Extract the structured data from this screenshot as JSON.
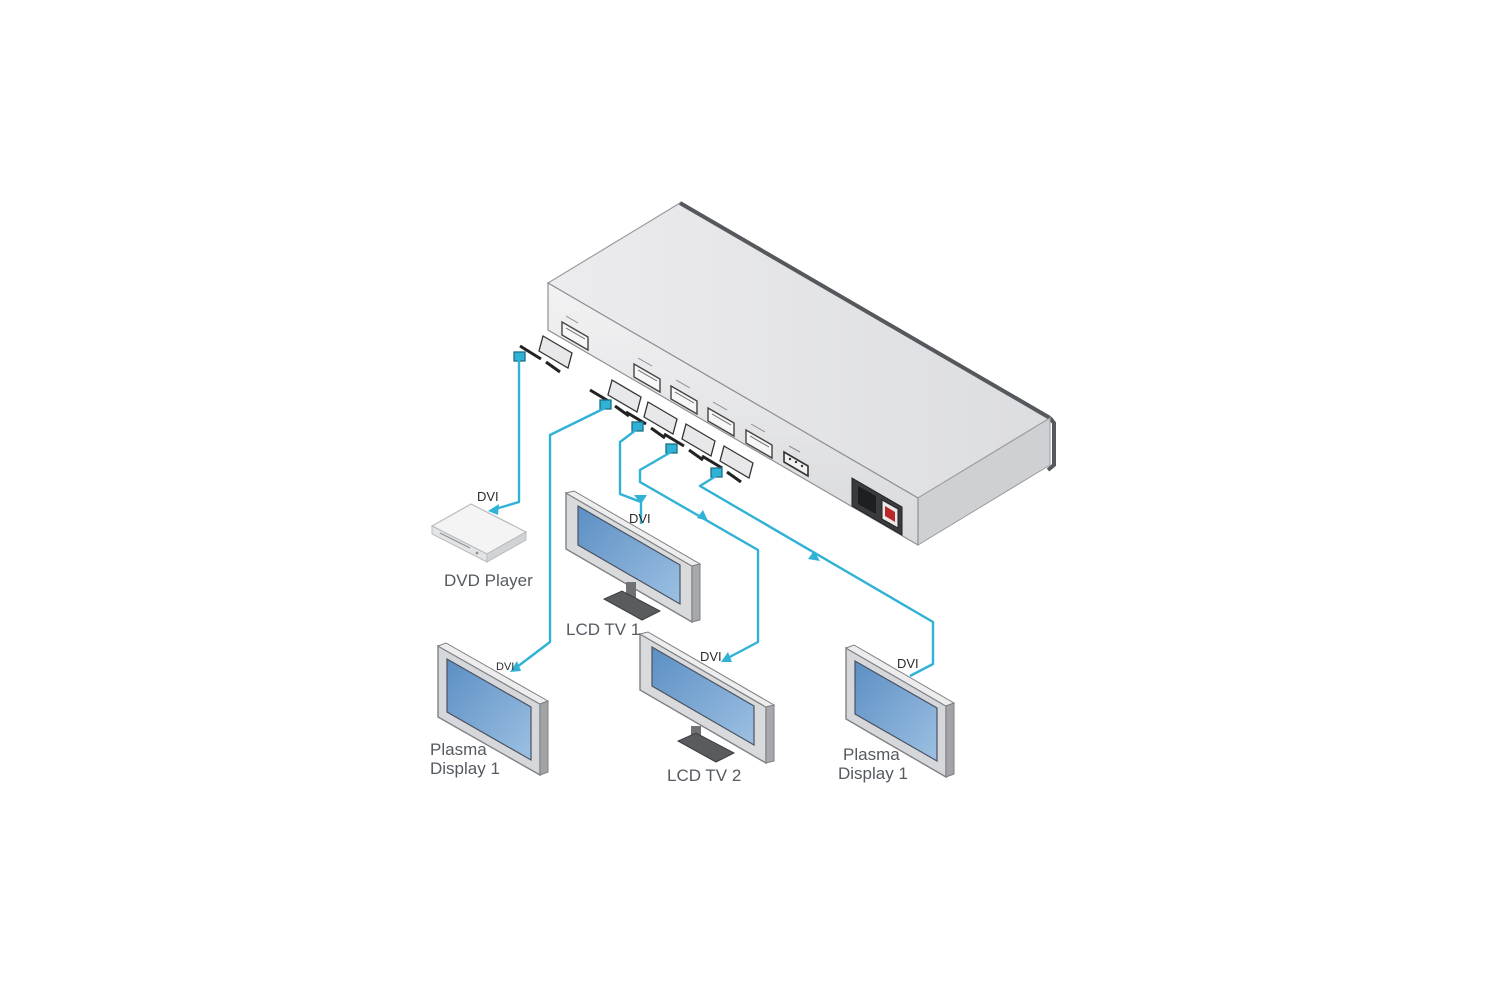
{
  "cable_color": "#2fb2d6",
  "devices": {
    "switcher": {
      "icon": "dvi-distribution-amplifier-rear-panel-icon"
    },
    "dvd_player": {
      "label": "DVD Player",
      "connector": "DVI",
      "icon": "dvd-player-icon"
    },
    "lcd_tv_1": {
      "label": "LCD TV 1",
      "connector": "DVI",
      "icon": "lcd-tv-icon"
    },
    "lcd_tv_2": {
      "label": "LCD TV 2",
      "connector": "DVI",
      "icon": "lcd-tv-icon"
    },
    "plasma_left": {
      "label_line1": "Plasma",
      "label_line2": "Display 1",
      "connector": "DVI",
      "icon": "plasma-display-icon"
    },
    "plasma_right": {
      "label_line1": "Plasma",
      "label_line2": "Display 1",
      "connector": "DVI",
      "icon": "plasma-display-icon"
    }
  }
}
